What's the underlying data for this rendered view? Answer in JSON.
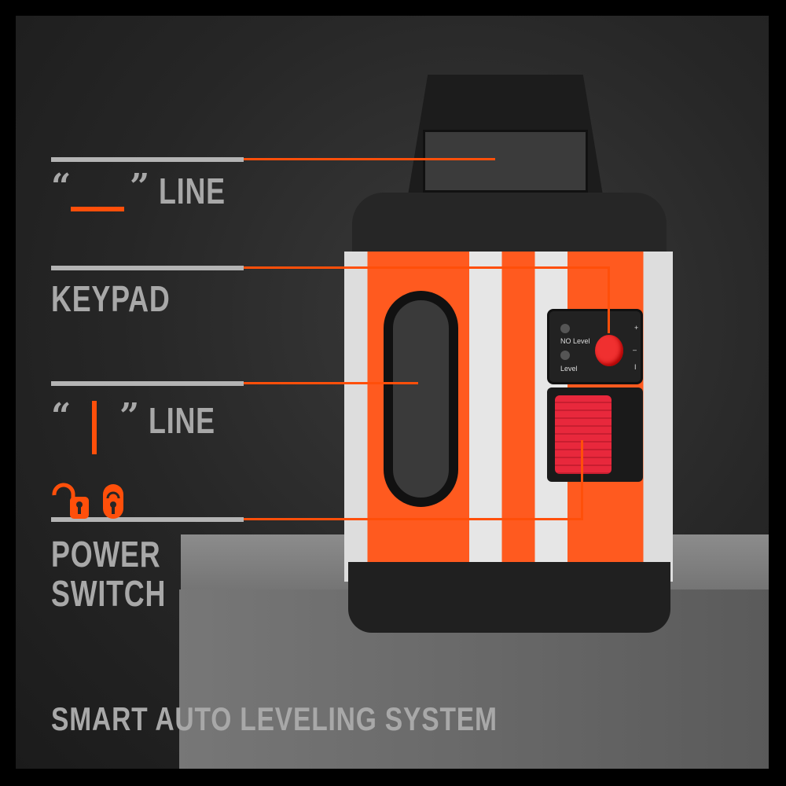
{
  "labels": {
    "horizontal_line": {
      "open_quote": "“",
      "close_quote": "”",
      "text": "LINE"
    },
    "keypad": "KEYPAD",
    "vertical_line": {
      "open_quote": "“",
      "close_quote": "”",
      "text": "LINE"
    },
    "power_switch": [
      "POWER",
      "SWITCH"
    ]
  },
  "device_panel": {
    "no_level": "NO Level",
    "level": "Level",
    "plus": "+",
    "minus": "–",
    "one": "I"
  },
  "tagline": "SMART AUTO LEVELING SYSTEM",
  "colors": {
    "accent": "#ff4f0a",
    "label": "#a8a8a8",
    "body_orange": "#ff5a1f",
    "dark": "#1e1e1e"
  }
}
